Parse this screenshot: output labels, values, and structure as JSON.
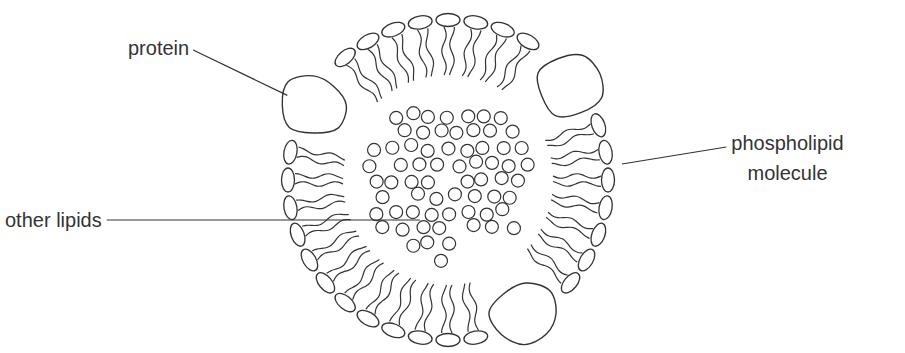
{
  "diagram": {
    "labels": [
      "protein",
      "other lipids",
      "phospholipid molecule"
    ]
  }
}
